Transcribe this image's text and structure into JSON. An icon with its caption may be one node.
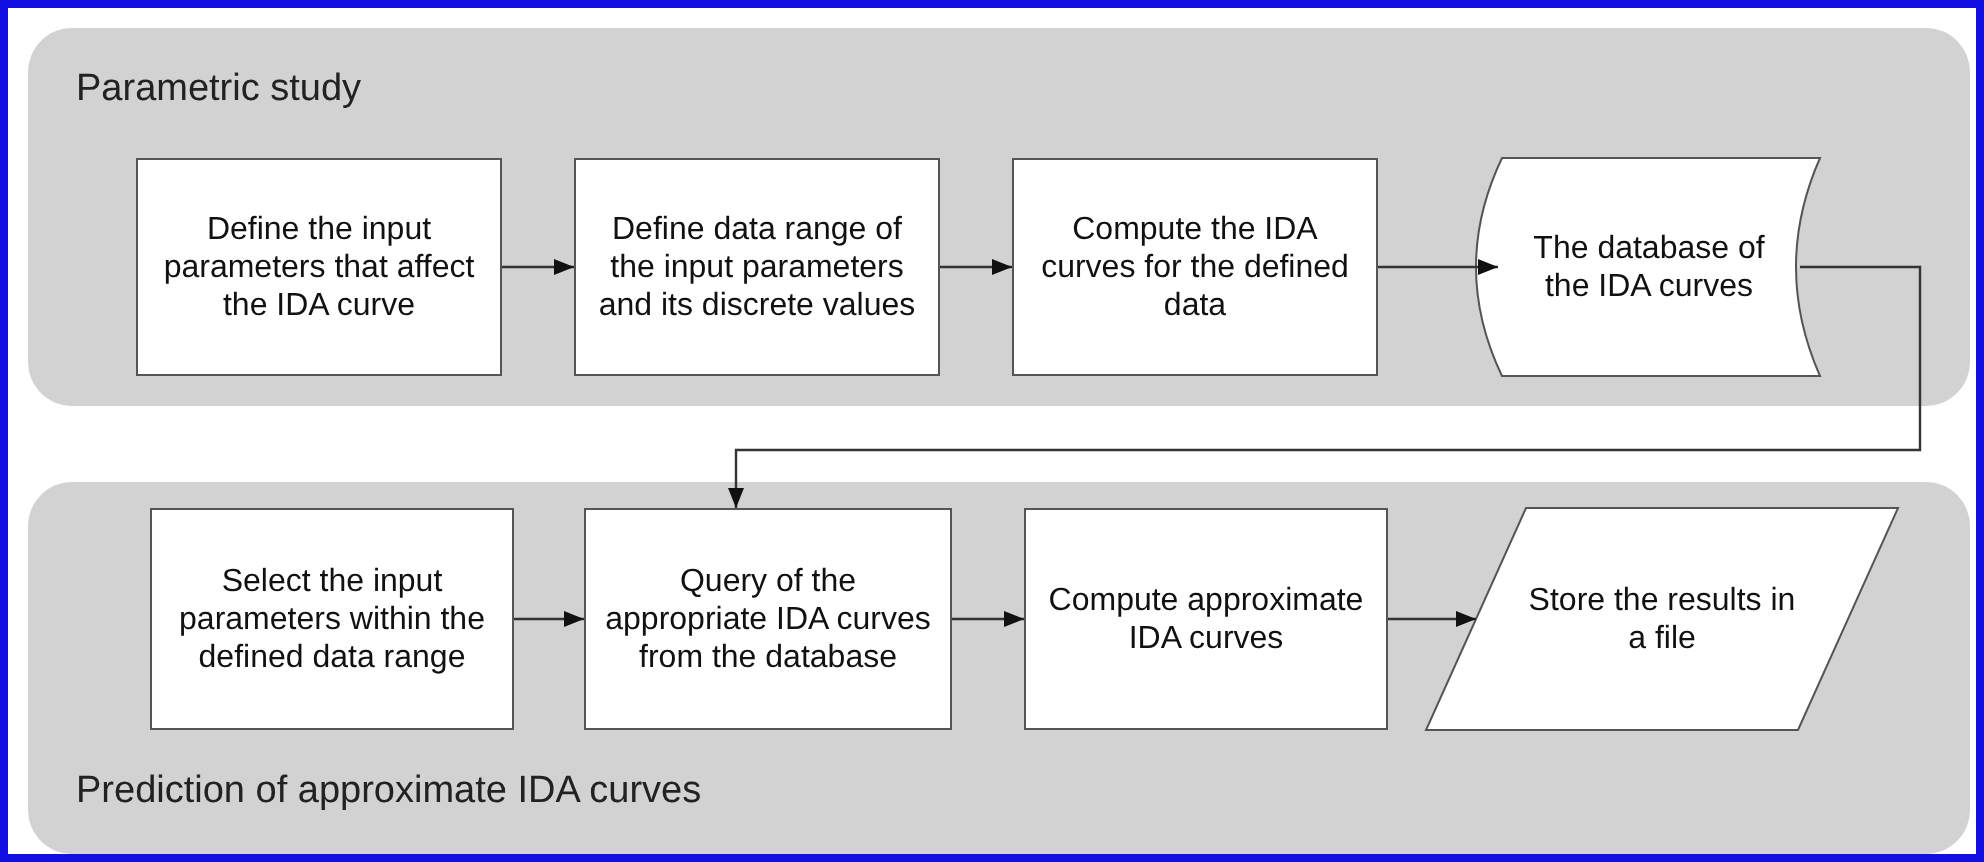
{
  "diagram": {
    "nodes": [
      {
        "text": [
          "Parametric study"
        ]
      },
      {
        "text": [
          "Define the input parameters that affect the IDA curve"
        ],
        "in": 0
      },
      {
        "text": [
          "Define data range of the input parameters and its discrete values"
        ],
        "in": 0
      },
      {
        "text": [
          "Compute the IDA curves for the defined data"
        ],
        "in": 0
      },
      {
        "text": [
          "The database of the IDA curves"
        ],
        "in": 0
      },
      {
        "text": [
          "Prediction of approximate IDA curves"
        ]
      },
      {
        "text": [
          "Select the input parameters within the defined data range"
        ],
        "in": 5
      },
      {
        "text": [
          "Query of the appropriate IDA curves from the database"
        ],
        "in": 5
      },
      {
        "text": [
          "Compute approximate IDA curves"
        ],
        "in": 5
      },
      {
        "text": [
          "Store the results in a file"
        ],
        "in": 5
      }
    ],
    "edges": [
      {
        "from": 1,
        "to": 2,
        "arrow": "to"
      },
      {
        "from": 2,
        "to": 3,
        "arrow": "to"
      },
      {
        "from": 3,
        "to": 4,
        "arrow": "to"
      },
      {
        "from": 4,
        "to": 7,
        "arrow": "to"
      },
      {
        "from": 6,
        "to": 7,
        "arrow": "to"
      },
      {
        "from": 7,
        "to": 8,
        "arrow": "to"
      },
      {
        "from": 8,
        "to": 9,
        "arrow": "to"
      }
    ]
  }
}
